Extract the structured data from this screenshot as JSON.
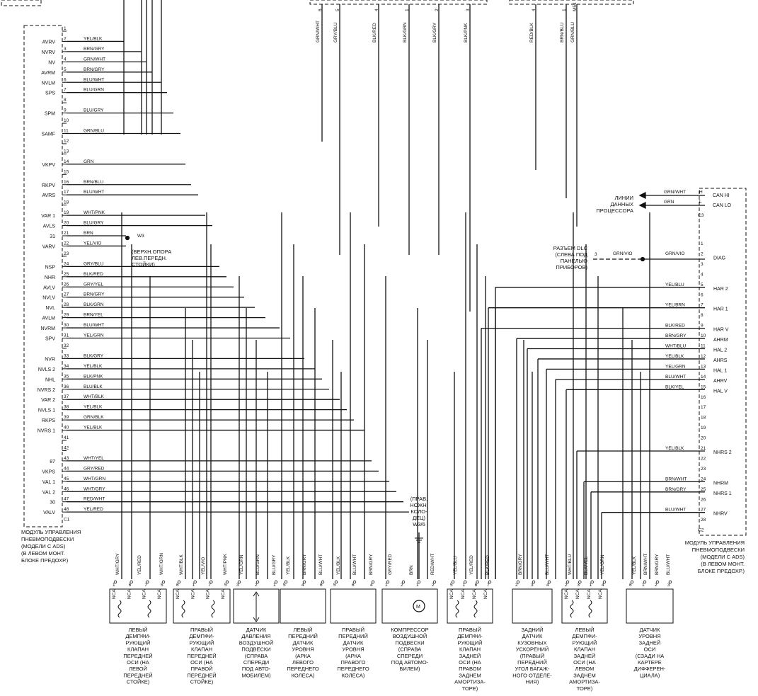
{
  "left_module": {
    "caption": [
      "МОДУЛЬ УПРАВЛЕНИЯ",
      "ПНЕВМОПОДВЕСКИ",
      "(МОДЕЛИ С ADS)",
      "(В ЛЕВОМ МОНТ.",
      "БЛОКЕ ПРЕДОХР.)"
    ],
    "connector": "C1",
    "pins": [
      {
        "n": "1",
        "sig": "",
        "wire": ""
      },
      {
        "n": "2",
        "sig": "AVRV",
        "wire": "YEL/BLK"
      },
      {
        "n": "3",
        "sig": "NVRV",
        "wire": "BRN/GRY"
      },
      {
        "n": "4",
        "sig": "NV",
        "wire": "GRN/WHT"
      },
      {
        "n": "5",
        "sig": "AVRM",
        "wire": "BRN/GRY"
      },
      {
        "n": "6",
        "sig": "NVLM",
        "wire": "BLU/WHT"
      },
      {
        "n": "7",
        "sig": "SPS",
        "wire": "BLU/GRN"
      },
      {
        "n": "8",
        "sig": "",
        "wire": ""
      },
      {
        "n": "9",
        "sig": "SPM",
        "wire": "BLU/GRY"
      },
      {
        "n": "10",
        "sig": "",
        "wire": ""
      },
      {
        "n": "11",
        "sig": "SAMF",
        "wire": "GRN/BLU"
      },
      {
        "n": "12",
        "sig": "",
        "wire": ""
      },
      {
        "n": "13",
        "sig": "",
        "wire": ""
      },
      {
        "n": "14",
        "sig": "VKPV",
        "wire": "GRN"
      },
      {
        "n": "15",
        "sig": "",
        "wire": ""
      },
      {
        "n": "16",
        "sig": "RKPV",
        "wire": "BRN/BLU"
      },
      {
        "n": "17",
        "sig": "AVRS",
        "wire": "BLU/WHT"
      },
      {
        "n": "18",
        "sig": "",
        "wire": ""
      },
      {
        "n": "19",
        "sig": "VAR 1",
        "wire": "WHT/PNK"
      },
      {
        "n": "20",
        "sig": "AVLS",
        "wire": "BLU/GRY"
      },
      {
        "n": "21",
        "sig": "31",
        "wire": "BRN"
      },
      {
        "n": "22",
        "sig": "VARV",
        "wire": "YEL/VIO"
      },
      {
        "n": "23",
        "sig": "",
        "wire": ""
      },
      {
        "n": "24",
        "sig": "NSP",
        "wire": "GRY/BLU"
      },
      {
        "n": "25",
        "sig": "NHR",
        "wire": "BLK/RED"
      },
      {
        "n": "26",
        "sig": "AVLV",
        "wire": "GRY/YEL"
      },
      {
        "n": "27",
        "sig": "NVLV",
        "wire": "BRN/GRY"
      },
      {
        "n": "28",
        "sig": "NVL",
        "wire": "BLK/GRN"
      },
      {
        "n": "29",
        "sig": "AVLM",
        "wire": "BRN/YEL"
      },
      {
        "n": "30",
        "sig": "NVRM",
        "wire": "BLU/WHT"
      },
      {
        "n": "31",
        "sig": "SPV",
        "wire": "YEL/GRN"
      },
      {
        "n": "32",
        "sig": "",
        "wire": ""
      },
      {
        "n": "33",
        "sig": "NVR",
        "wire": "BLK/GRY"
      },
      {
        "n": "34",
        "sig": "NVLS 2",
        "wire": "YEL/BLK"
      },
      {
        "n": "35",
        "sig": "NHL",
        "wire": "BLK/PNK"
      },
      {
        "n": "36",
        "sig": "NVRS 2",
        "wire": "BLU/BLK"
      },
      {
        "n": "37",
        "sig": "VAR 2",
        "wire": "WHT/BLK"
      },
      {
        "n": "38",
        "sig": "NVLS 1",
        "wire": "YEL/BLK"
      },
      {
        "n": "39",
        "sig": "RKPS",
        "wire": "GRN/BLK"
      },
      {
        "n": "40",
        "sig": "NVRS 1",
        "wire": "YEL/BLK"
      },
      {
        "n": "41",
        "sig": "",
        "wire": ""
      },
      {
        "n": "42",
        "sig": "",
        "wire": ""
      },
      {
        "n": "43",
        "sig": "87",
        "wire": "WHT/YEL"
      },
      {
        "n": "44",
        "sig": "VKPS",
        "wire": "GRY/RED"
      },
      {
        "n": "45",
        "sig": "VAL 1",
        "wire": "WHT/GRN"
      },
      {
        "n": "46",
        "sig": "VAL 2",
        "wire": "WHT/GRY"
      },
      {
        "n": "47",
        "sig": "30",
        "wire": "RED/WHT"
      },
      {
        "n": "48",
        "sig": "VALV",
        "wire": "YEL/RED"
      }
    ]
  },
  "ground": {
    "code": "W3",
    "note": [
      "(ВЕРХН.ОПОРА",
      "ЛЕВ.ПЕРЕДН.",
      "СТОЙКИ)"
    ]
  },
  "top_wires": [
    {
      "wire": "GRN/WHT",
      "pin": "6"
    },
    {
      "wire": "GRY/BLU",
      "pin": "5"
    },
    {
      "wire": "BLK/RED",
      "pin": "4"
    },
    {
      "wire": "BLK/GRN",
      "pin": "1"
    },
    {
      "wire": "BLK/GRY",
      "pin": "2"
    },
    {
      "wire": "BLK/PNK",
      "pin": "3"
    },
    {
      "wire": "RED/BLK",
      "pin": "4"
    },
    {
      "wire": "BRN/BLU",
      "pin": "1"
    },
    {
      "wire": "GRN/BLU",
      "pin": "M51"
    }
  ],
  "right_module": {
    "caption": [
      "МОДУЛЬ УПРАВЛЕНИЯ",
      "ПНЕВМОПОДВЕСКИ",
      "(МОДЕЛИ С ADS)",
      "(В ЛЕВОМ МОНТ.",
      "БЛОКЕ ПРЕДОХР.)"
    ],
    "can_connector": "C3",
    "connector": "C2",
    "can_pins": [
      {
        "n": "H",
        "sig": "CAN HI",
        "wire": "GRN/WHT"
      },
      {
        "n": "L",
        "sig": "CAN LO",
        "wire": "GRN"
      }
    ],
    "pins": [
      {
        "n": "1",
        "sig": "",
        "wire": ""
      },
      {
        "n": "2",
        "sig": "DIAG",
        "wire": "GRN/VIO"
      },
      {
        "n": "3",
        "sig": "",
        "wire": ""
      },
      {
        "n": "4",
        "sig": "",
        "wire": ""
      },
      {
        "n": "5",
        "sig": "HAR 2",
        "wire": "YEL/BLU"
      },
      {
        "n": "6",
        "sig": "",
        "wire": ""
      },
      {
        "n": "7",
        "sig": "HAR 1",
        "wire": "YEL/BRN"
      },
      {
        "n": "8",
        "sig": "",
        "wire": ""
      },
      {
        "n": "9",
        "sig": "HAR V",
        "wire": "BLK/RED"
      },
      {
        "n": "10",
        "sig": "AHRM",
        "wire": "BRN/GRY"
      },
      {
        "n": "11",
        "sig": "HAL 2",
        "wire": "WHT/BLU"
      },
      {
        "n": "12",
        "sig": "AHRS",
        "wire": "YEL/BLK"
      },
      {
        "n": "13",
        "sig": "HAL 1",
        "wire": "YEL/GRN"
      },
      {
        "n": "14",
        "sig": "AHRV",
        "wire": "BLU/WHT"
      },
      {
        "n": "15",
        "sig": "HAL V",
        "wire": "BLK/YEL"
      },
      {
        "n": "16",
        "sig": "",
        "wire": ""
      },
      {
        "n": "17",
        "sig": "",
        "wire": ""
      },
      {
        "n": "18",
        "sig": "",
        "wire": ""
      },
      {
        "n": "19",
        "sig": "",
        "wire": ""
      },
      {
        "n": "20",
        "sig": "",
        "wire": ""
      },
      {
        "n": "21",
        "sig": "NHRS 2",
        "wire": "YEL/BLK"
      },
      {
        "n": "22",
        "sig": "",
        "wire": ""
      },
      {
        "n": "23",
        "sig": "",
        "wire": ""
      },
      {
        "n": "24",
        "sig": "NHRM",
        "wire": "BRN/WHT"
      },
      {
        "n": "25",
        "sig": "NHRS 1",
        "wire": "BRN/GRY"
      },
      {
        "n": "26",
        "sig": "",
        "wire": ""
      },
      {
        "n": "27",
        "sig": "NHRV",
        "wire": "BLU/WHT"
      },
      {
        "n": "28",
        "sig": "",
        "wire": ""
      }
    ]
  },
  "can_label": [
    "ЛИНИИ",
    "ДАННЫХ",
    "ПРОЦЕССОРА"
  ],
  "dlc": {
    "label": [
      "РАЗЪЕМ DLC",
      "(СЛЕВА ПОД",
      "ПАНЕЛЬЮ",
      "ПРИБОРОВ)"
    ],
    "pin": "3",
    "wire": "GRN/VIO"
  },
  "compressor_ground": [
    "(ПРАВ.",
    "НОЖН.",
    "КОЛО-",
    "ДЕЦ)",
    "W3/6"
  ],
  "components": [
    {
      "wires": [
        "WHT/GRY",
        "YEL/RED",
        "WHT/GRN"
      ],
      "pins": [
        "1",
        "6",
        "7",
        "5"
      ],
      "ncas": [
        "NCA",
        "NCA",
        "NCA",
        "NCA"
      ],
      "label": [
        "ЛЕВЫЙ",
        "ДЕМПФИ-",
        "РУЮЩИЙ",
        "КЛАПАН",
        "ПЕРЕДНЕЙ",
        "ОСИ (НА",
        "ЛЕВОЙ",
        "ПЕРЕДНЕЙ",
        "СТОЙКЕ)"
      ]
    },
    {
      "wires": [
        "WHT/BLK",
        "YEL/VIO",
        "WHT/PNK"
      ],
      "pins": [
        "6",
        "1",
        "7",
        "5"
      ],
      "ncas": [
        "NCA",
        "NCA",
        "NCA",
        "NCA"
      ],
      "label": [
        "ПРАВЫЙ",
        "ДЕМПФИ-",
        "РУЮЩИЙ",
        "КЛАПАН",
        "ПЕРЕДНЕЙ",
        "ОСИ (НА",
        "ПРАВОЙ",
        "ПЕРЕДНЕЙ",
        "СТОЙКЕ)"
      ]
    },
    {
      "wires": [
        "YEL/GRN",
        "BLU/GRN",
        "BLU/GRY"
      ],
      "pins": [
        "3",
        "2",
        "1"
      ],
      "ncas": [],
      "label": [
        "ДАТЧИК",
        "ДАВЛЕНИЯ",
        "ВОЗДУШНОЙ",
        "ПОДВЕСКИ",
        "(СПРАВА",
        "СПЕРЕДИ",
        "ПОД АВТО-",
        "МОБИЛЕМ)"
      ]
    },
    {
      "wires": [
        "YEL/BLK",
        "BRN/GRY",
        "BLU/WHT"
      ],
      "pins": [
        "5",
        "4",
        "6"
      ],
      "ncas": [],
      "label": [
        "ЛЕВЫЙ",
        "ПЕРЕДНИЙ",
        "ДАТЧИК",
        "УРОВНЯ",
        "(АРКА",
        "ЛЕВОГО",
        "ПЕРЕДНЕГО",
        "КОЛЕСА)"
      ]
    },
    {
      "wires": [
        "YEL/BLK",
        "BLU/WHT",
        "BRN/GRY"
      ],
      "pins": [
        "5",
        "6",
        "4"
      ],
      "ncas": [],
      "label": [
        "ПРАВЫЙ",
        "ПЕРЕДНИЙ",
        "ДАТЧИК",
        "УРОВНЯ",
        "(АРКА",
        "ПРАВОГО",
        "ПЕРЕДНЕГО",
        "КОЛЕСА)"
      ]
    },
    {
      "wires": [
        "GRY/RED",
        "BRN",
        "RED/WHT"
      ],
      "pins": [
        "1",
        "2",
        "1",
        "2"
      ],
      "ncas": [],
      "label": [
        "КОМПРЕССОР",
        "ВОЗДУШНОЙ",
        "ПОДВЕСКИ",
        "(СПРАВА",
        "СПЕРЕДИ",
        "ПОД АВТОМО-",
        "БИЛЕМ)"
      ]
    },
    {
      "wires": [
        "YEL/BLU",
        "YEL/RED",
        "BLK/RED"
      ],
      "pins": [
        "5",
        "1",
        "6",
        "7"
      ],
      "ncas": [
        "NCA",
        "NCA",
        "NCA",
        "NCA"
      ],
      "label": [
        "ПРАВЫЙ",
        "ДЕМПФИ-",
        "РУЮЩИЙ",
        "КЛАПАН",
        "ЗАДНЕЙ",
        "ОСИ (НА",
        "ПРАВОМ",
        "ЗАДНЕМ",
        "АМОРТИЗА-",
        "ТОРЕ)"
      ]
    },
    {
      "wires": [
        "BRN/GRY",
        "BLU/WHT"
      ],
      "pins": [
        "2",
        "3",
        "4"
      ],
      "ncas": [],
      "label": [
        "ЗАДНИЙ",
        "ДАТЧИК",
        "КУЗОВНЫХ",
        "УСКОРЕНИЙ",
        "(ПРАВЫЙ",
        "ПЕРЕДНИЙ",
        "УГОЛ БАГАЖ-",
        "НОГО ОТДЕЛЕ-",
        "НИЯ)"
      ]
    },
    {
      "wires": [
        "WHT/BLU",
        "BLK/YEL",
        "YEL/GRN"
      ],
      "pins": [
        "2",
        "3",
        "1",
        "4"
      ],
      "ncas": [
        "NCA",
        "NCA",
        "NCA",
        "NCA"
      ],
      "label": [
        "ЛЕВЫЙ",
        "ДЕМПФИ-",
        "РУЮЩИЙ",
        "КЛАПАН",
        "ЗАДНЕЙ",
        "ОСИ (НА",
        "ЛЕВОМ",
        "ЗАДНЕМ",
        "АМОРТИЗА-",
        "ТОРЕ)"
      ]
    },
    {
      "wires": [
        "YEL/BLK",
        "BRN/WHT",
        "BRN/GRY",
        "BLU/WHT"
      ],
      "pins": [
        "6",
        "1",
        "2",
        "3"
      ],
      "ncas": [],
      "label": [
        "ДАТЧИК",
        "УРОВНЯ",
        "ЗАДНЕЙ",
        "ОСИ",
        "(СЗАДИ НА",
        "КАРТЕРЕ",
        "ДИФФЕРЕН-",
        "ЦИАЛА)"
      ]
    }
  ]
}
